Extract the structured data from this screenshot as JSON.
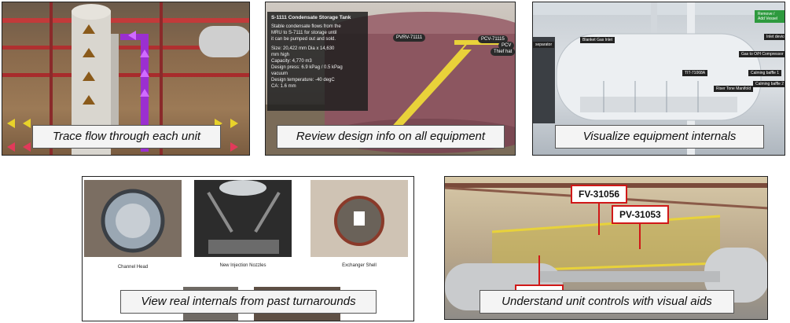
{
  "panels": [
    {
      "caption": "Trace flow through each unit"
    },
    {
      "caption": "Review design info on all equipment",
      "tooltip": {
        "title": "S-1111 Condensate Storage Tank",
        "lines": [
          "Stable condensate flows from the",
          "MRU to S-7111 for storage until",
          "it can be pumped out and sold.",
          "",
          "Size: 20,422 mm Dia x 14,630",
          "mm high",
          "Capacity: 4,770 m3",
          "Design press: 6.9 kPag / 0.5 kPag",
          "vacuum",
          "Design temperature: -40 degC",
          "CA: 1.6 mm"
        ]
      },
      "tags": [
        "PVRV-71111",
        "PCV-71115",
        "PCV",
        "Thief hat"
      ]
    },
    {
      "caption": "Visualize equipment internals",
      "button": "Remove / Add Vessel",
      "tags": [
        "Blanket Gas Inlet",
        "Inlet device",
        "Gas to O/H Compressor",
        "TIT-71068A",
        "Calming baffle 1",
        "Calming baffle 2",
        "Riser Tone Manifold",
        "separator"
      ]
    },
    {
      "caption": "View real internals from past turnarounds",
      "photos": [
        {
          "label": "Channel Head"
        },
        {
          "label": "New Injection Nozzles"
        },
        {
          "label": "Exchanger Shell"
        }
      ]
    },
    {
      "caption": "Understand unit controls with visual aids",
      "tags": [
        "FV-31056",
        "PV-31053"
      ]
    }
  ]
}
